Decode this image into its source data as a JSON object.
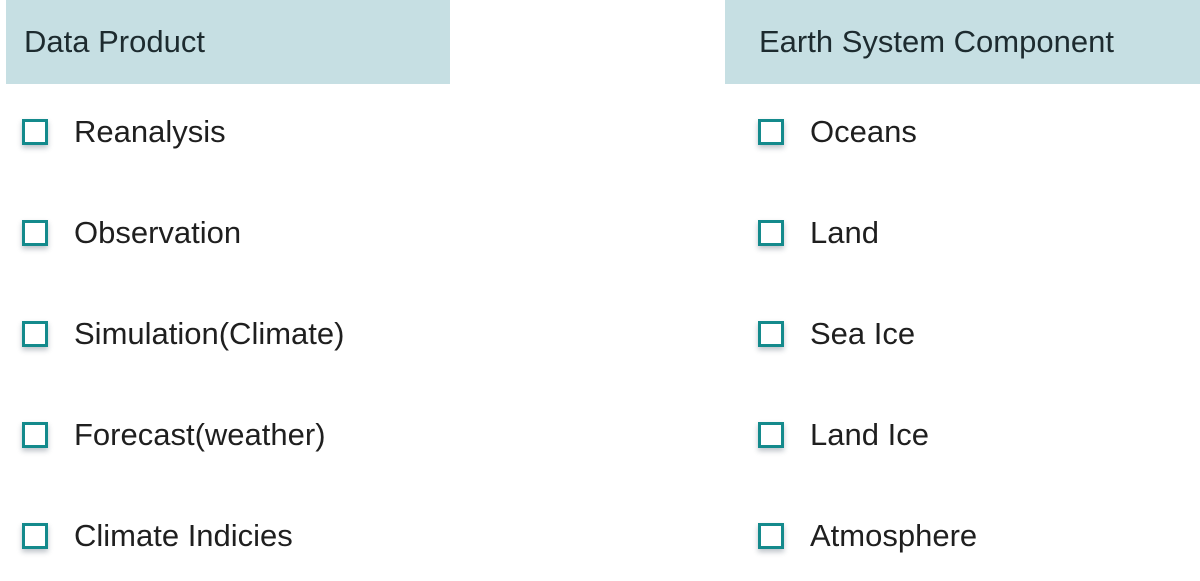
{
  "data_product": {
    "header": "Data Product",
    "options": [
      {
        "label": "Reanalysis",
        "checked": false
      },
      {
        "label": "Observation",
        "checked": false
      },
      {
        "label": "Simulation(Climate)",
        "checked": false
      },
      {
        "label": "Forecast(weather)",
        "checked": false
      },
      {
        "label": "Climate Indicies",
        "checked": false
      }
    ]
  },
  "earth_system_component": {
    "header": "Earth System Component",
    "options": [
      {
        "label": "Oceans",
        "checked": false
      },
      {
        "label": "Land",
        "checked": false
      },
      {
        "label": "Sea Ice",
        "checked": false
      },
      {
        "label": "Land Ice",
        "checked": false
      },
      {
        "label": "Atmosphere",
        "checked": false
      }
    ]
  },
  "colors": {
    "header_bg": "#c6dfe3",
    "checkbox_border": "#148a8c",
    "text": "#1f1f1f"
  }
}
